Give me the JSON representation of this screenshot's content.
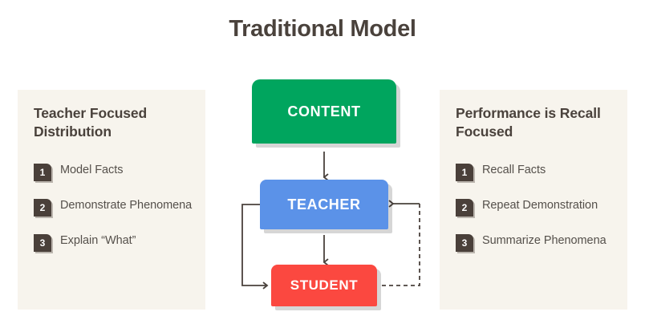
{
  "header": {
    "title": "Traditional Model"
  },
  "left_panel": {
    "title": "Teacher Focused Distribution",
    "items": [
      {
        "number": "1",
        "label": "Model Facts"
      },
      {
        "number": "2",
        "label": "Demonstrate Phenomena"
      },
      {
        "number": "3",
        "label": "Explain “What”"
      }
    ]
  },
  "right_panel": {
    "title": "Performance is Recall Focused",
    "items": [
      {
        "number": "1",
        "label": "Recall Facts"
      },
      {
        "number": "2",
        "label": "Repeat Demonstration"
      },
      {
        "number": "3",
        "label": "Summarize Phenomena"
      }
    ]
  },
  "flow": {
    "content_label": "CONTENT",
    "teacher_label": "TEACHER",
    "student_label": "STUDENT"
  },
  "colors": {
    "content": "#00a55e",
    "teacher": "#5b92e8",
    "student": "#fb4840",
    "panel_bg": "#f7f4ed",
    "badge": "#4a403a",
    "text": "#4a423c",
    "connector": "#4a423c",
    "page_bg": "#ffffff"
  }
}
